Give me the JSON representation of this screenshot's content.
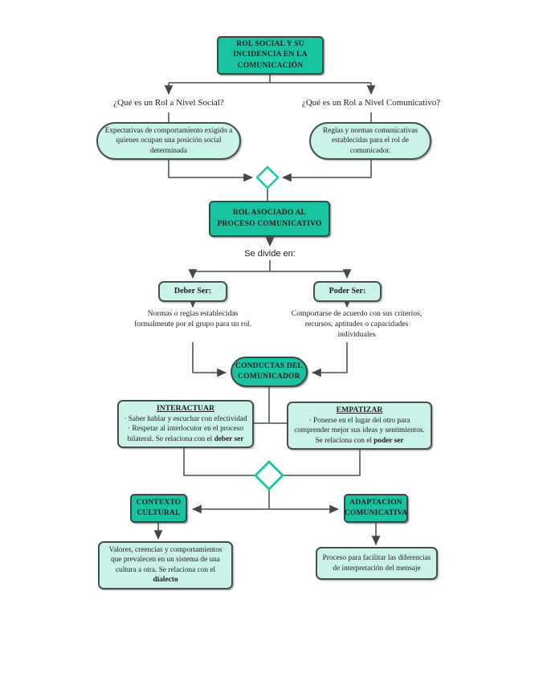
{
  "title": {
    "text": "ROL SOCIAL Y SU INCIDENCIA EN LA COMUNICACIÓN"
  },
  "questions": {
    "social": "¿Qué es un Rol a Nivel Social?",
    "comunicativo": "¿Qué es un Rol a Nivel Comunicativo?"
  },
  "definitions": {
    "social": "Expectativas de comportamiento exigido a quienes ocupan una posición social determinada",
    "comunicativo": "Reglas y normas comunicativas establecidas para el rol de comunicador."
  },
  "rol_proceso": {
    "text": "ROL ASOCIADO AL PROCESO COMUNICATIVO",
    "divide_label": "Se divide en:"
  },
  "deber": {
    "label": "Deber Ser:",
    "desc": "Normas o reglas establecidas formalmente por el grupo para un rol."
  },
  "poder": {
    "label": "Poder Ser:",
    "desc": "Comportarse de acuerdo con sus criterios, recursos, aptitudes o capacidades individuales"
  },
  "conductas": {
    "text": "CONDUCTAS DEL COMUNICADOR"
  },
  "interactuar": {
    "title": "INTERACTUAR",
    "line1": "· Saber hablar y escuchar con efectividad",
    "line2": "· Respetar al interlocutor en el proceso bilateral. Se relaciona con el ",
    "bold": "deber ser"
  },
  "empatizar": {
    "title": "EMPATIZAR",
    "body": "· Ponerse en el lugar del otro para comprender mejor sus ideas y sentimientos. Se relaciona con el ",
    "bold": "poder ser"
  },
  "contexto": {
    "title": "CONTEXTO CULTURAL",
    "body": "Valores, creencias y comportamientos que prevalecen en un sistema de una cultura a otra. Se relaciona con el ",
    "bold": "dialecto"
  },
  "adaptacion": {
    "title": "ADAPTACION COMUNICATIVA",
    "body": "Proceso para facilitar las diferencias de interpretación del mensaje"
  },
  "colors": {
    "teal": "#17C3A0",
    "mint": "#C9F2E8",
    "diamond": "#1BC8A4",
    "line": "#5E6A6A",
    "arrow": "#474747"
  }
}
